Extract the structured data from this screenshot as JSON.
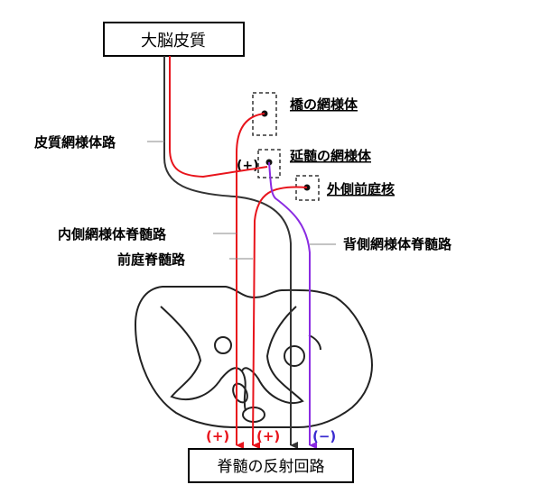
{
  "boxes": {
    "cortex": "大脳皮質",
    "reflex": "脊髄の反射回路"
  },
  "nuclei": {
    "pontine": "橋の網様体",
    "medullary": "延髄の網様体",
    "vestibular": "外側前庭核"
  },
  "tracts": {
    "corticoreticular": "皮質網様体路",
    "medial_reticulospinal": "内側網様体脊髄路",
    "vestibulospinal": "前庭脊髄路",
    "dorsal_reticulospinal": "背側網様体脊髄路"
  },
  "signs": {
    "medullary_plus": "(+)",
    "red_plus": "(+)",
    "red_plus_2": "(+)",
    "purple_minus": "(−)"
  },
  "colors": {
    "red": "#e8141c",
    "purple": "#8a2be2",
    "gray": "#444444",
    "minus_blue": "#3a2bd0"
  }
}
